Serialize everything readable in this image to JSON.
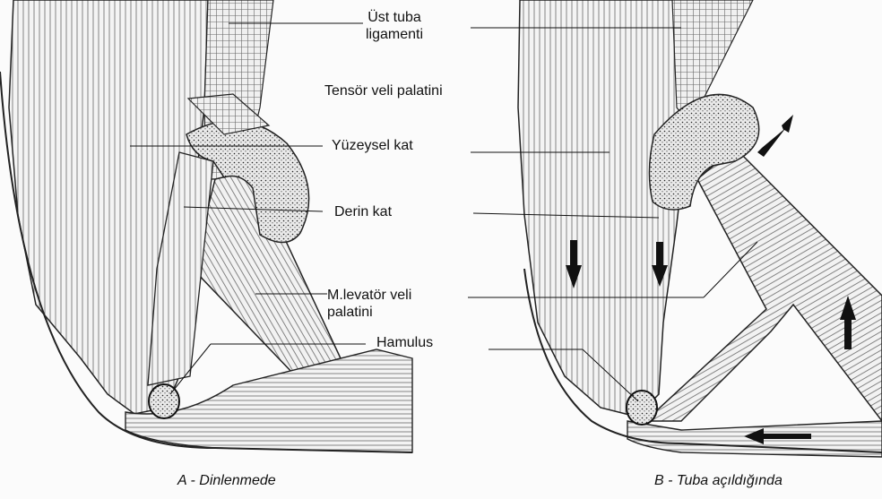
{
  "labels": {
    "ust_tuba_line1": "Üst tuba",
    "ust_tuba_line2": "ligamenti",
    "tensor": "Tensör veli palatini",
    "yuzeysel": "Yüzeysel kat",
    "derin": "Derin kat",
    "levator_line1": "M.levatör veli",
    "levator_line2": "palatini",
    "hamulus": "Hamulus"
  },
  "captions": {
    "a": "A  - Dinlenmede",
    "b": "B  - Tuba açıldığında"
  }
}
